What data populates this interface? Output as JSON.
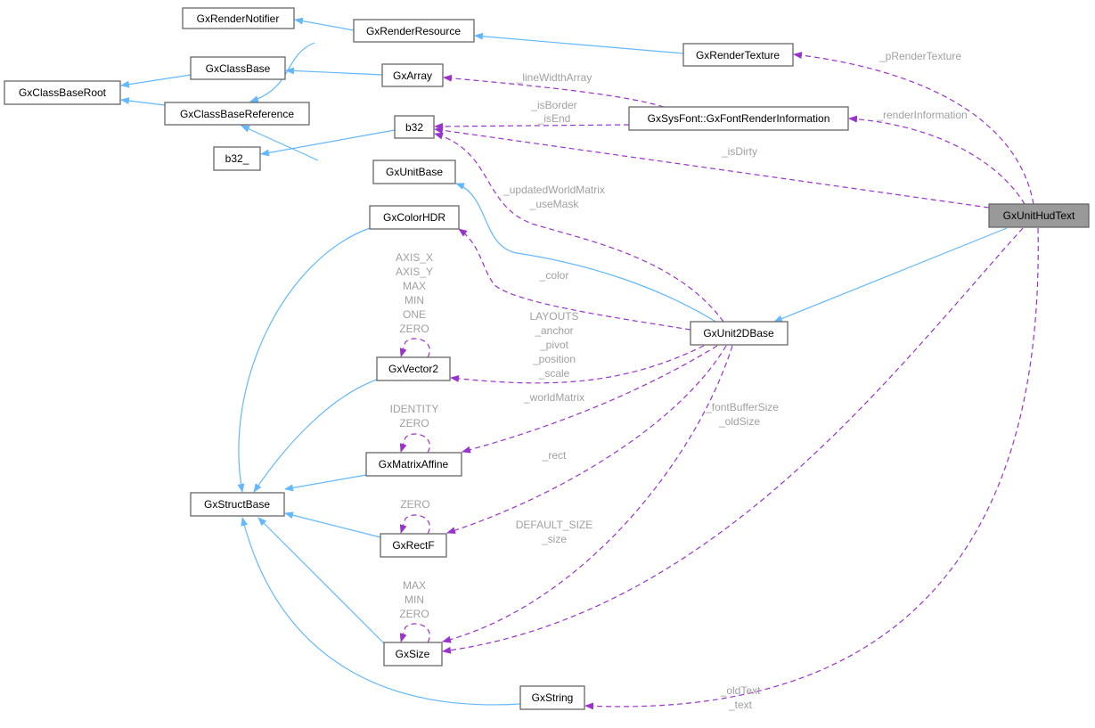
{
  "nodes": {
    "renderNotifier": "GxRenderNotifier",
    "renderResource": "GxRenderResource",
    "renderTexture": "GxRenderTexture",
    "classBase": "GxClassBase",
    "array": "GxArray",
    "classBaseRoot": "GxClassBaseRoot",
    "classBaseReference": "GxClassBaseReference",
    "b32": "b32",
    "fontRenderInfo": "GxSysFont::GxFontRenderInformation",
    "b32_": "b32_",
    "unitBase": "GxUnitBase",
    "unitHudText": "GxUnitHudText",
    "colorHDR": "GxColorHDR",
    "unit2DBase": "GxUnit2DBase",
    "vector2": "GxVector2",
    "matrixAffine": "GxMatrixAffine",
    "structBase": "GxStructBase",
    "rectF": "GxRectF",
    "size": "GxSize",
    "string": "GxString"
  },
  "labels": {
    "pRenderTexture": "_pRenderTexture",
    "lineWidthArray": "_lineWidthArray",
    "isBorder": "_isBorder",
    "isEnd": "_isEnd",
    "renderInformation": "_renderInformation",
    "isDirty": "_isDirty",
    "updatedWorldMatrix": "_updatedWorldMatrix",
    "useMask": "_useMask",
    "vec2Statics": [
      "AXIS_X",
      "AXIS_Y",
      "MAX",
      "MIN",
      "ONE",
      "ZERO"
    ],
    "color": "_color",
    "vec2Members": [
      "LAYOUTS",
      "_anchor",
      "_pivot",
      "_position",
      "_scale"
    ],
    "worldMatrix": "_worldMatrix",
    "matStatics": [
      "IDENTITY",
      "ZERO"
    ],
    "sizeMembersHud": [
      "_fontBufferSize",
      "_oldSize"
    ],
    "rect": "_rect",
    "rectStatics": [
      "ZERO"
    ],
    "sizeMembers2D": [
      "DEFAULT_SIZE",
      "_size"
    ],
    "sizeStatics": [
      "MAX",
      "MIN",
      "ZERO"
    ],
    "textMembers": [
      "_oldText",
      "_text"
    ]
  },
  "colors": {
    "inheritance": "#63b8ff",
    "member": "#9a32cd",
    "label": "#a0a0a0",
    "focusNode": "#999999"
  }
}
